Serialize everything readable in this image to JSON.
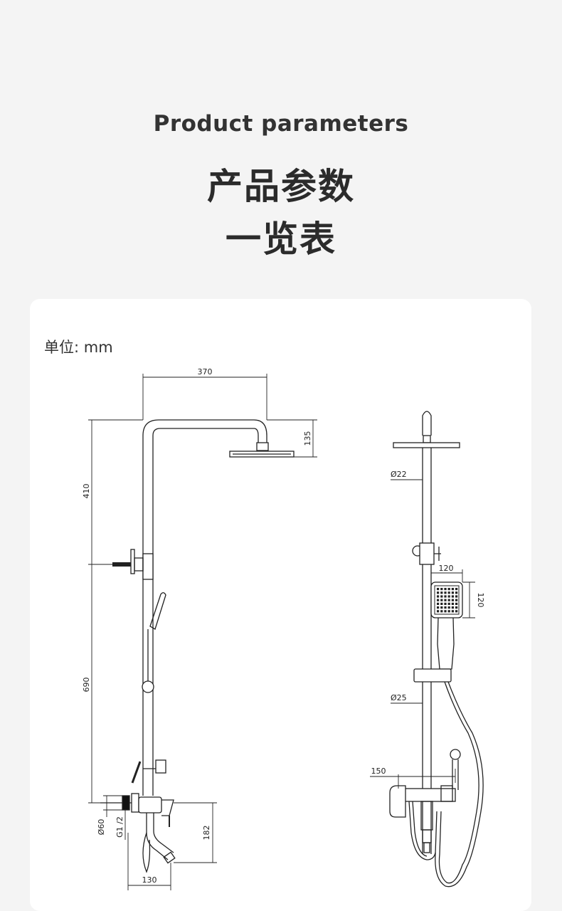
{
  "header": {
    "subtitle_en": "Product parameters",
    "title_cn_line1": "产品参数",
    "title_cn_line2": "一览表"
  },
  "spec": {
    "unit": "单位: mm",
    "side_view": {
      "width_top": "370",
      "head_drop": "135",
      "upper_height": "410",
      "lower_height": "690",
      "pipe_dia": "Ø60",
      "thread": "G1 /2",
      "spout_drop": "182",
      "spout_reach": "130"
    },
    "front_view": {
      "rod_dia_upper": "Ø22",
      "handshower_width": "120",
      "handshower_height": "120",
      "rod_dia_lower": "Ø25",
      "mixer_offset": "150"
    }
  },
  "colors": {
    "line": "#222222",
    "card": "#ffffff",
    "background": "#f4f4f4"
  }
}
